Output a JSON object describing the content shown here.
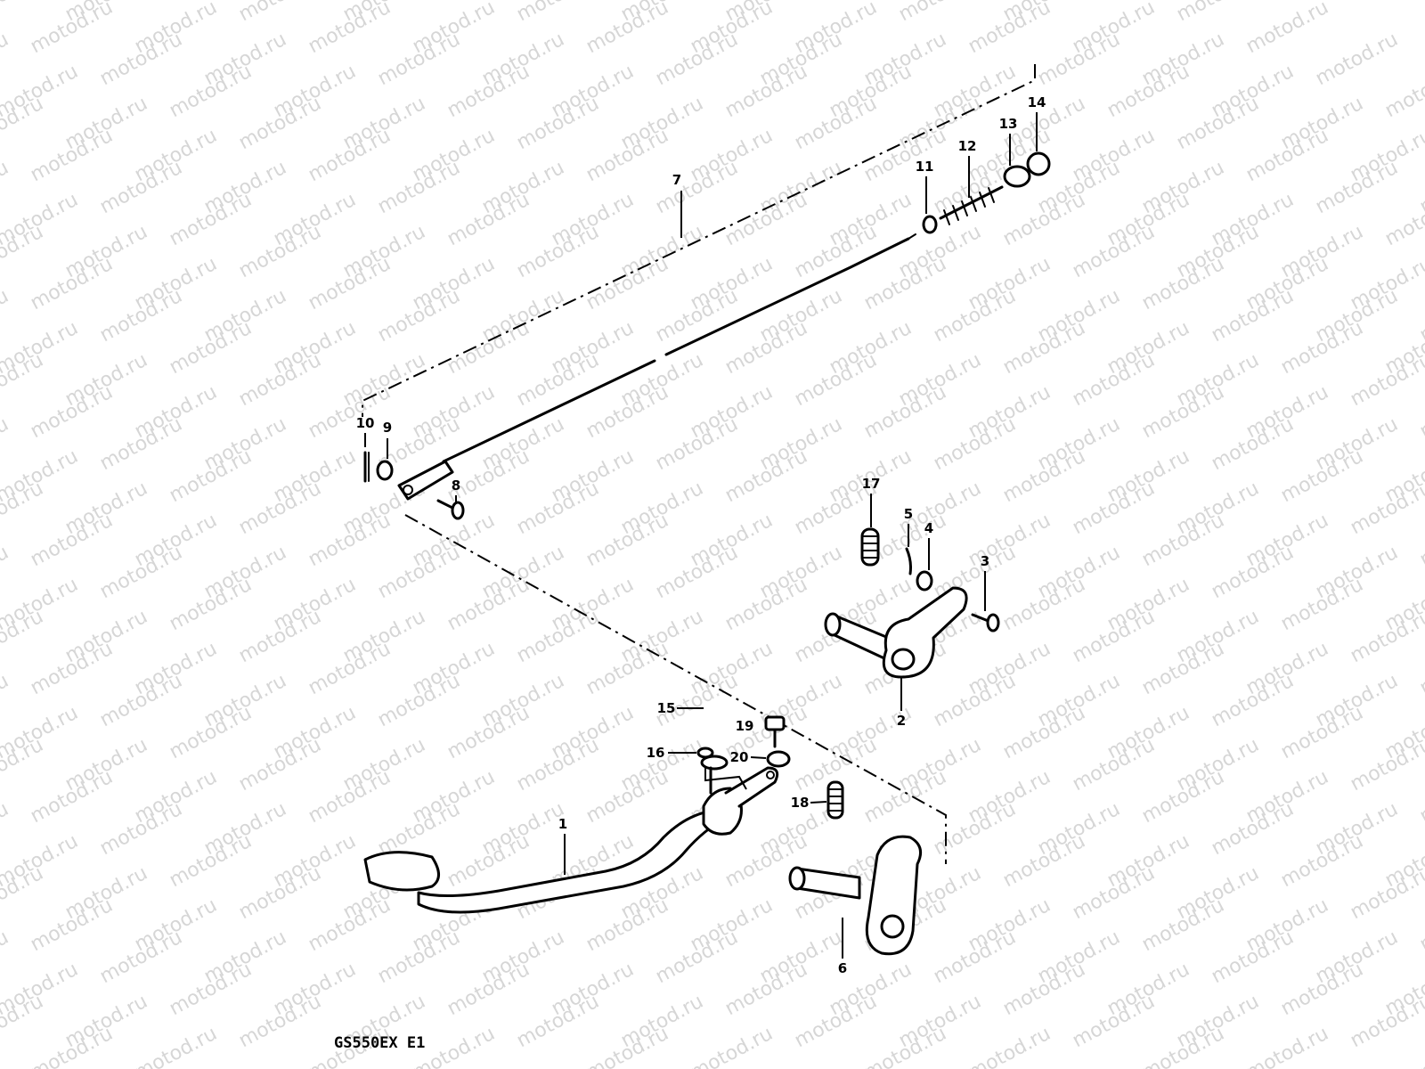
{
  "watermark": {
    "text": "motod.ru"
  },
  "diagram": {
    "code": "GS550EX E1",
    "callouts": [
      "1",
      "2",
      "3",
      "4",
      "5",
      "6",
      "7",
      "8",
      "9",
      "10",
      "11",
      "12",
      "13",
      "14",
      "15",
      "16",
      "17",
      "18",
      "19",
      "20"
    ]
  }
}
